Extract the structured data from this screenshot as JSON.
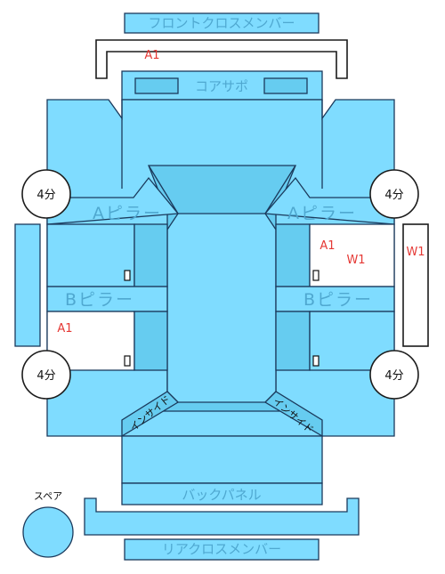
{
  "labels": {
    "front_cross_member": "フロントクロスメンバー",
    "core_support": "コアサポ",
    "a_pillar": "Aピラー",
    "b_pillar": "Bピラー",
    "back_panel": "バックパネル",
    "rear_cross_member": "リアクロスメンバー",
    "spare": "スペア",
    "inside": "インサイド"
  },
  "quarter_circles": [
    "4分",
    "4分",
    "4分",
    "4分"
  ],
  "damage_marks": {
    "front": "A1",
    "right_front_door_a": "A1",
    "right_front_door_w": "W1",
    "right_side": "W1",
    "left_rear_door": "A1"
  },
  "colors": {
    "panel": "#7fdcff",
    "panel_dark": "#66ccf0",
    "label": "#4fa8d0",
    "mark": "#e53935"
  }
}
